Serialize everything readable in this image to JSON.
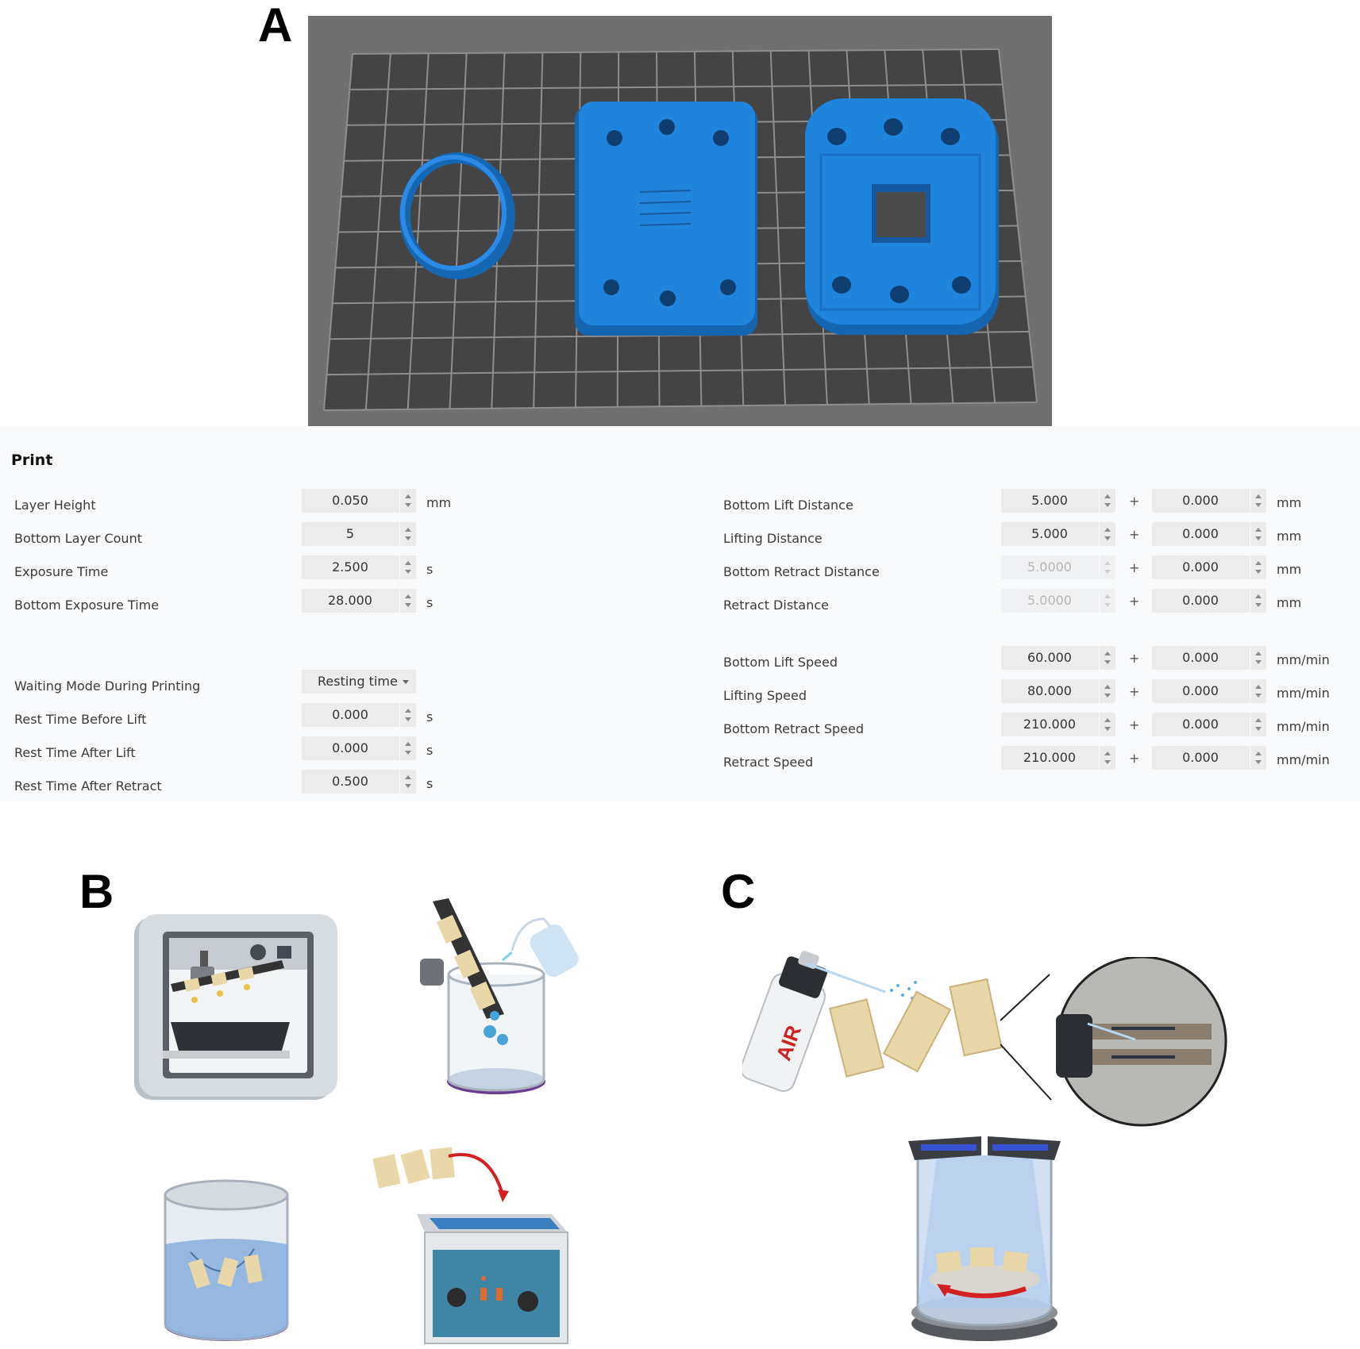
{
  "panels": {
    "a": "A",
    "b": "B",
    "c": "C"
  },
  "print_panel": {
    "title": "Print",
    "left_settings": [
      {
        "label": "Layer Height",
        "value": "0.050",
        "unit": "mm"
      },
      {
        "label": "Bottom Layer Count",
        "value": "5",
        "unit": ""
      },
      {
        "label": "Exposure Time",
        "value": "2.500",
        "unit": "s"
      },
      {
        "label": "Bottom Exposure Time",
        "value": "28.000",
        "unit": "s"
      }
    ],
    "waiting_mode": {
      "label": "Waiting Mode During Printing",
      "value": "Resting time"
    },
    "rest_settings": [
      {
        "label": "Rest Time Before Lift",
        "value": "0.000",
        "unit": "s"
      },
      {
        "label": "Rest Time After Lift",
        "value": "0.000",
        "unit": "s"
      },
      {
        "label": "Rest Time After Retract",
        "value": "0.500",
        "unit": "s"
      }
    ],
    "distance_settings": [
      {
        "label": "Bottom Lift Distance",
        "value": "5.000",
        "extra": "0.000",
        "unit": "mm",
        "disabled": false
      },
      {
        "label": "Lifting Distance",
        "value": "5.000",
        "extra": "0.000",
        "unit": "mm",
        "disabled": false
      },
      {
        "label": "Bottom Retract Distance",
        "value": "5.0000",
        "extra": "0.000",
        "unit": "mm",
        "disabled": true
      },
      {
        "label": "Retract Distance",
        "value": "5.0000",
        "extra": "0.000",
        "unit": "mm",
        "disabled": true
      }
    ],
    "speed_settings": [
      {
        "label": "Bottom Lift Speed",
        "value": "60.000",
        "extra": "0.000",
        "unit": "mm/min"
      },
      {
        "label": "Lifting Speed",
        "value": "80.000",
        "extra": "0.000",
        "unit": "mm/min"
      },
      {
        "label": "Bottom Retract Speed",
        "value": "210.000",
        "extra": "0.000",
        "unit": "mm/min"
      },
      {
        "label": "Retract Speed",
        "value": "210.000",
        "extra": "0.000",
        "unit": "mm/min"
      }
    ],
    "plus_sign": "+"
  },
  "illustration": {
    "air_can_text": "AIR"
  },
  "colors": {
    "model_blue": "#1a7fd6",
    "plate_gray": "#4a4a4a",
    "resin_purple": "#6b3d8f"
  }
}
